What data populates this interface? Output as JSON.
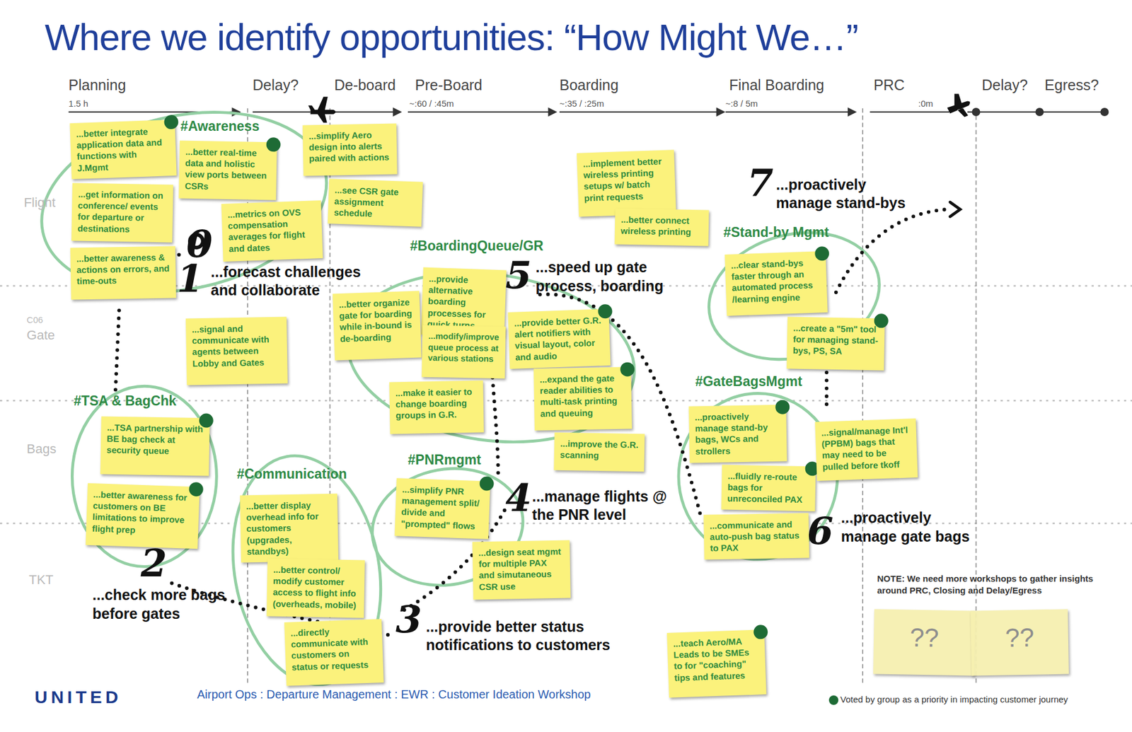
{
  "diagram": {
    "title": "Where we identify opportunities: “How Might We…”",
    "nodes": [
      {
        "text": [
          "...better integrate application data and functions with J.Mgmt"
        ]
      },
      {
        "text": [
          "...get information on conference/ events for departure or destinations"
        ]
      },
      {
        "text": [
          "...better awareness & actions on errors, and time-outs"
        ]
      },
      {
        "text": [
          "...better real-time data and holistic view ports between CSRs"
        ]
      },
      {
        "text": [
          "...metrics on OVS compensation averages for flight and dates"
        ]
      },
      {
        "text": [
          "...simplify Aero design into alerts paired with actions"
        ]
      },
      {
        "text": [
          "...see CSR gate assignment schedule"
        ]
      },
      {
        "text": [
          "...signal and communicate with agents between Lobby and Gates"
        ]
      },
      {
        "text": [
          "...TSA partnership with BE bag check at security queue"
        ]
      },
      {
        "text": [
          "...better awareness for customers on BE limitations to improve flight prep"
        ]
      },
      {
        "text": [
          "...better display overhead info for customers (upgrades, standbys)"
        ]
      },
      {
        "text": [
          "...better control/ modify customer access to flight info (overheads, mobile)"
        ]
      },
      {
        "text": [
          "...directly communicate with customers on status or requests"
        ]
      },
      {
        "text": [
          "...provide alternative boarding processes for quick turns"
        ]
      },
      {
        "text": [
          "...better organize gate for boarding while in-bound is de-boarding"
        ]
      },
      {
        "text": [
          "...modify/improve queue process at various stations"
        ]
      },
      {
        "text": [
          "...make it easier to change boarding groups in G.R."
        ]
      },
      {
        "text": [
          "...provide better G.R. alert notifiers with visual layout, color and audio"
        ]
      },
      {
        "text": [
          "...expand the gate reader abilities to multi-task printing and queuing"
        ]
      },
      {
        "text": [
          "...improve the G.R. scanning"
        ]
      },
      {
        "text": [
          "...implement better wireless printing setups w/ batch print requests"
        ]
      },
      {
        "text": [
          "...better connect wireless printing"
        ]
      },
      {
        "text": [
          "...simplify PNR management split/ divide and \"prompted\" flows"
        ]
      },
      {
        "text": [
          "...design seat mgmt for multiple PAX and simutaneous CSR use"
        ]
      },
      {
        "text": [
          "...clear stand-bys faster through an automated process /learning engine"
        ]
      },
      {
        "text": [
          "...create a \"5m\" tool for managing stand-bys, PS, SA"
        ]
      },
      {
        "text": [
          "...proactively manage stand-by bags, WCs and strollers"
        ]
      },
      {
        "text": [
          "...fluidly re-route bags for unreconciled PAX"
        ]
      },
      {
        "text": [
          "...communicate and auto-push bag status to PAX"
        ]
      },
      {
        "text": [
          "...signal/manage Int'l (PPBM) bags that may need to be pulled before tkoff"
        ]
      },
      {
        "text": [
          "...teach Aero/MA Leads to be SMEs to for \"coaching\" tips and features"
        ]
      },
      {
        "text": [
          "??"
        ]
      },
      {
        "text": [
          "??"
        ]
      }
    ],
    "labels": [
      "Planning",
      "1.5 h",
      "Delay?",
      "De-board",
      "Pre-Board",
      "~:60 / :45m",
      "Boarding",
      "~:35 / :25m",
      "Final Boarding",
      "~:8 / 5m",
      "PRC",
      ":0m",
      "Delay?",
      "Egress?",
      "Flight",
      "C06",
      "Gate",
      "Bags",
      "TKT",
      "#Awareness",
      "0",
      "1",
      "...forecast challenges and collaborate",
      "#TSA & BagChk",
      "#Communication",
      "2",
      "...check more bags before gates",
      "3",
      "...provide better status notifications to customers",
      "#BoardingQueue/GR",
      "5",
      "...speed up gate process, boarding",
      "#PNRmgmt",
      "4",
      "...manage flights @ the PNR level",
      "7",
      "...proactively manage stand-bys",
      "#Stand-by Mgmt",
      "#GateBagsMgmt",
      "6",
      "...proactively manage gate bags",
      "NOTE: We need more workshops to gather insights around PRC, Closing and Delay/Egress",
      "UNITED",
      "Airport Ops : Departure Management : EWR : Customer Ideation Workshop"
    ],
    "legend": [
      {
        "text": "Voted by group as a priority in impacting customer journey",
        "color": "#1e6b35"
      }
    ]
  }
}
